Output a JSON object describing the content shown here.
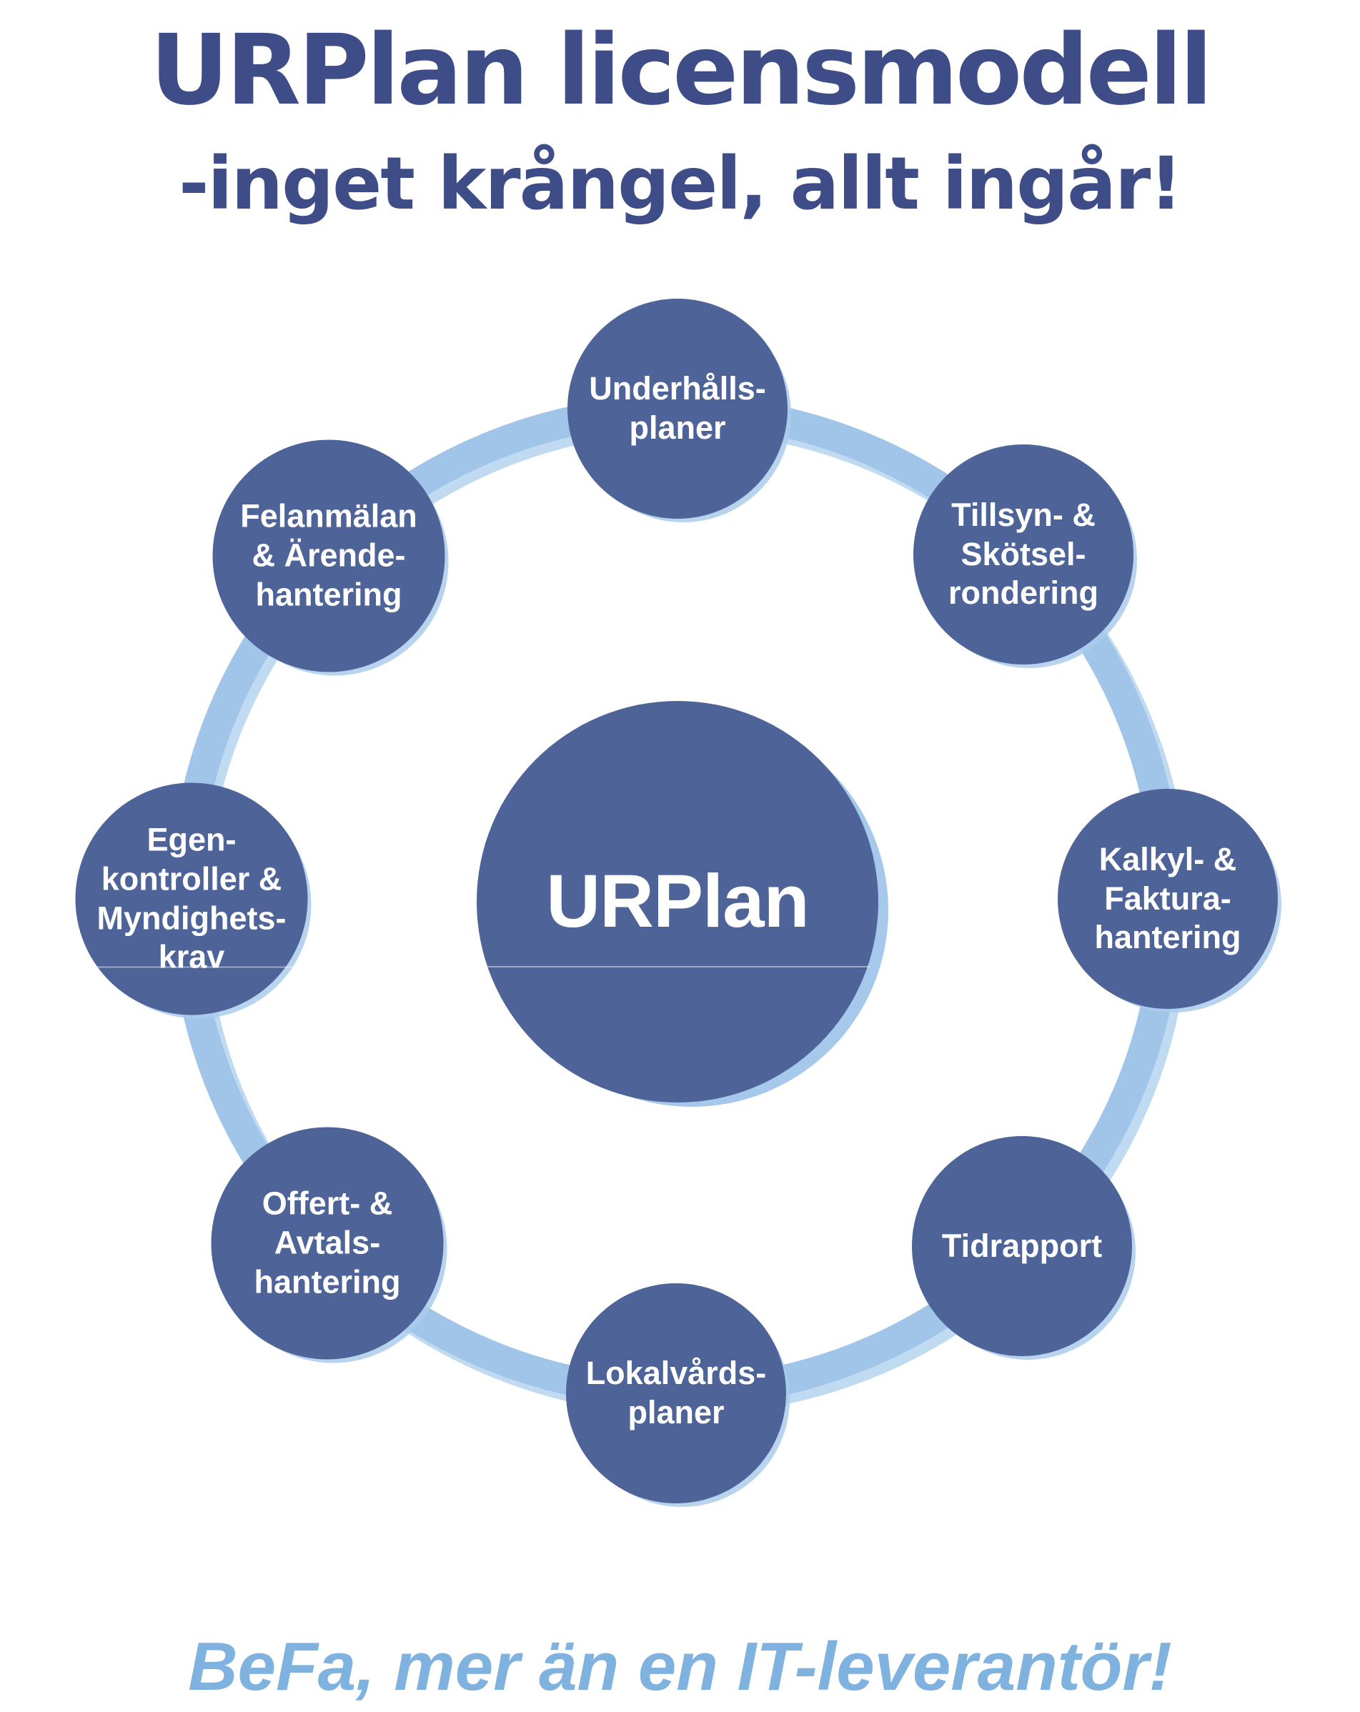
{
  "title": "URPlan licensmodell",
  "subtitle": "-inget krångel, allt ingår!",
  "footer": "BeFa, mer än en IT-leverantör!",
  "center": {
    "label": "URPlan"
  },
  "nodes": [
    {
      "id": "underhallsplaner",
      "label": "Underhålls-\nplaner"
    },
    {
      "id": "tillsyn-skotselrondering",
      "label": "Tillsyn- &\nSkötsel-\nrondering"
    },
    {
      "id": "kalkyl-fakturahantering",
      "label": "Kalkyl- &\nFaktura-\nhantering"
    },
    {
      "id": "tidrapport",
      "label": "Tidrapport"
    },
    {
      "id": "lokalvardsplaner",
      "label": "Lokalvårds-\nplaner"
    },
    {
      "id": "offert-avtalshantering",
      "label": "Offert- &\nAvtals-\nhantering"
    },
    {
      "id": "egenkontroller-myndighetskrav",
      "label": "Egen-\nkontroller &\nMyndighets-\nkrav"
    },
    {
      "id": "felanmalan-arendehantering",
      "label": "Felanmälan\n& Ärende-\nhantering"
    }
  ],
  "colors": {
    "node_blue": "#4e6498",
    "ring_blue": "#a0c5e8",
    "title_navy": "#3e4d87",
    "footer_blue": "#7fb2de"
  }
}
